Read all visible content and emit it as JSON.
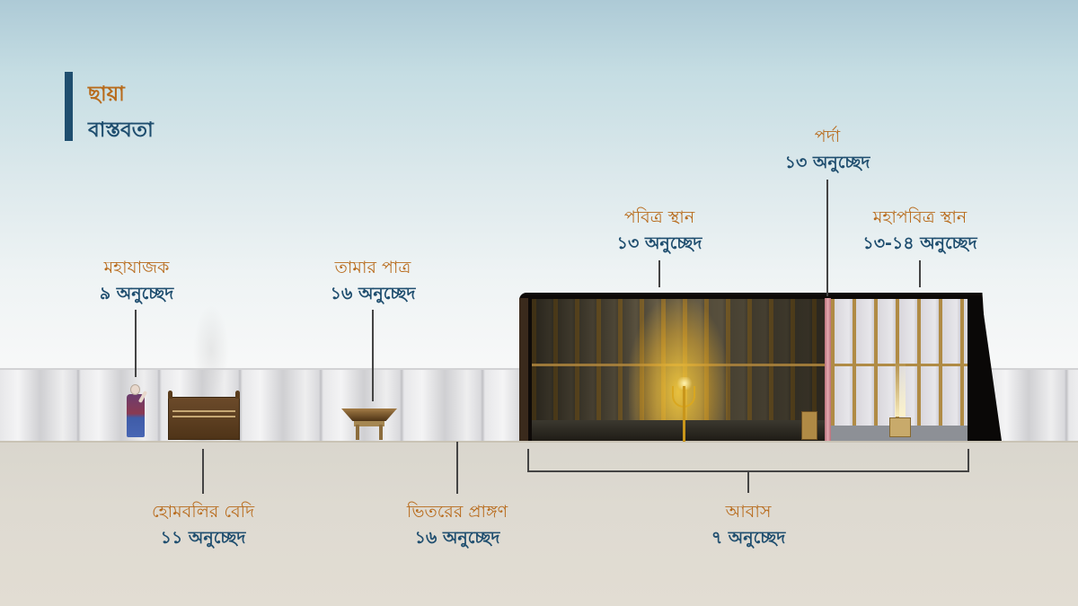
{
  "legend": {
    "shadow": "ছায়া",
    "reality": "বাস্তবতা",
    "shadow_color": "#b86b1c",
    "reality_color": "#1f4e6f"
  },
  "labels": {
    "high_priest": {
      "name": "মহাযাজক",
      "ref": "৯ অনুচ্ছেদ"
    },
    "bronze_laver": {
      "name": "তামার পাত্র",
      "ref": "১৬ অনুচ্ছেদ"
    },
    "holy_place": {
      "name": "পবিত্র স্থান",
      "ref": "১৩ অনুচ্ছেদ"
    },
    "veil": {
      "name": "পর্দা",
      "ref": "১৩ অনুচ্ছেদ"
    },
    "most_holy_place": {
      "name": "মহাপবিত্র স্থান",
      "ref": "১৩-১৪ অনুচ্ছেদ"
    },
    "burnt_offering_altar": {
      "name": "হোমবলির বেদি",
      "ref": "১১ অনুচ্ছেদ"
    },
    "inner_court": {
      "name": "ভিতরের প্রাঙ্গণ",
      "ref": "১৬ অনুচ্ছেদ"
    },
    "tabernacle": {
      "name": "আবাস",
      "ref": "৭ অনুচ্ছেদ"
    }
  }
}
